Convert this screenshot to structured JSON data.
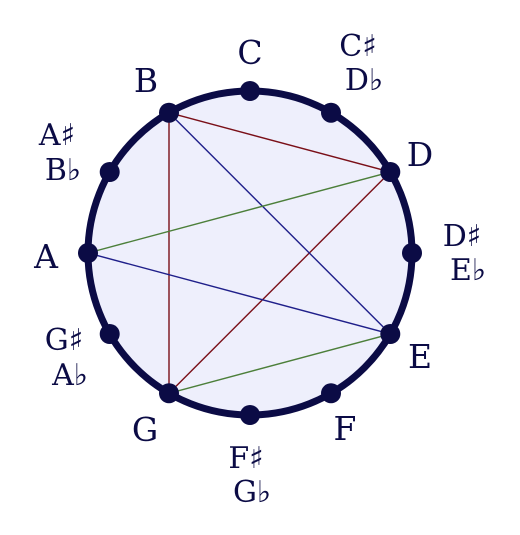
{
  "diagram": {
    "colors": {
      "ring": "#0b0b45",
      "fill": "#eeeffc",
      "dot": "#0b0b45",
      "red": "#7a0f18",
      "blue": "#1f1f8a",
      "green": "#4c7f3a",
      "text": "#0b0b45"
    },
    "notes": [
      {
        "id": "C",
        "label": "C"
      },
      {
        "id": "Cs",
        "label": "C♯",
        "label2": "D♭"
      },
      {
        "id": "D",
        "label": "D"
      },
      {
        "id": "Ds",
        "label": "D♯",
        "label2": "E♭"
      },
      {
        "id": "E",
        "label": "E"
      },
      {
        "id": "F",
        "label": "F"
      },
      {
        "id": "Fs",
        "label": "F♯",
        "label2": "G♭"
      },
      {
        "id": "G",
        "label": "G"
      },
      {
        "id": "Gs",
        "label": "G♯",
        "label2": "A♭"
      },
      {
        "id": "A",
        "label": "A"
      },
      {
        "id": "As",
        "label": "A♯",
        "label2": "B♭"
      },
      {
        "id": "B",
        "label": "B"
      }
    ],
    "edges": [
      {
        "from": "B",
        "to": "D",
        "color": "red"
      },
      {
        "from": "D",
        "to": "G",
        "color": "red"
      },
      {
        "from": "G",
        "to": "B",
        "color": "red"
      },
      {
        "from": "B",
        "to": "E",
        "color": "blue"
      },
      {
        "from": "E",
        "to": "A",
        "color": "blue"
      },
      {
        "from": "A",
        "to": "D",
        "color": "green"
      },
      {
        "from": "E",
        "to": "G",
        "color": "green"
      }
    ]
  }
}
